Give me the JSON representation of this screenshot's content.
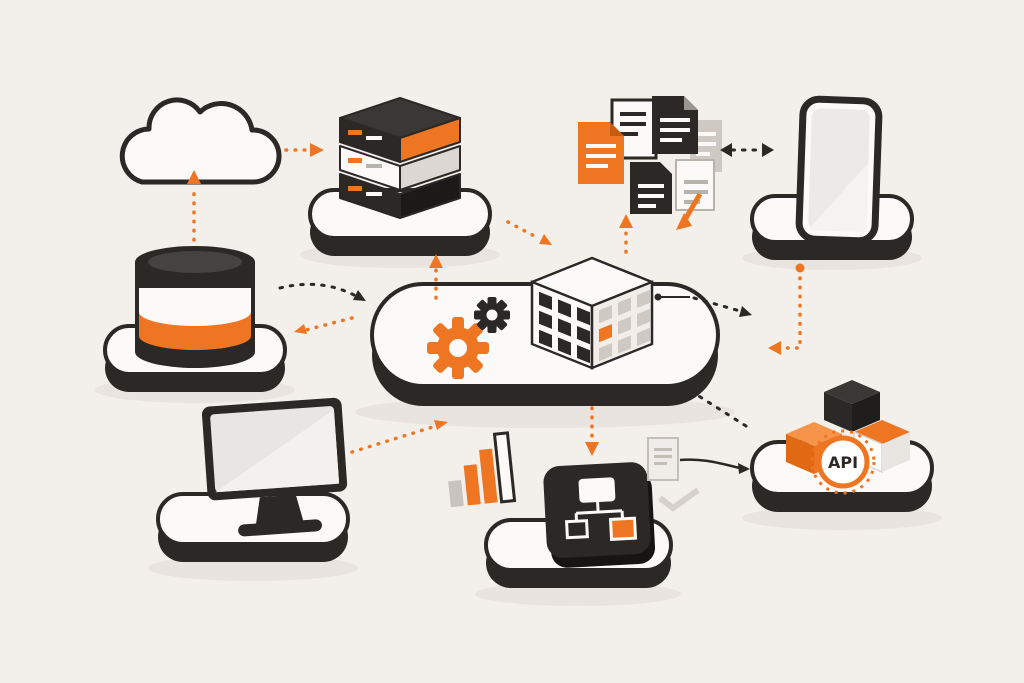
{
  "illustration": {
    "description": "Isometric flat illustration of a data integration platform connecting cloud, servers, documents, devices and an API gateway",
    "colors": {
      "background": "#f3efeb",
      "accent_orange": "#ee7623",
      "dark": "#2b2826",
      "light_gray": "#cfc9c4",
      "white": "#fbfaf8",
      "shadow": "#e9e4e0"
    },
    "nodes": {
      "cloud": {
        "icon": "cloud-icon"
      },
      "server_stack": {
        "icon": "server-stack-icon"
      },
      "documents": {
        "icon": "documents-cluster-icon"
      },
      "smartphone": {
        "icon": "smartphone-icon"
      },
      "database": {
        "icon": "database-cylinder-icon"
      },
      "processing_platform": {
        "icons": [
          "gear-large-icon",
          "gear-small-icon",
          "module-cube-grid-icon"
        ]
      },
      "monitor": {
        "icon": "desktop-monitor-icon"
      },
      "bar_chart": {
        "icon": "bar-chart-icon"
      },
      "workflow_tile": {
        "icon": "flowchart-tile-icon"
      },
      "small_document": {
        "icon": "document-icon"
      },
      "checkmark": {
        "icon": "check-icon"
      },
      "api_gateway": {
        "icon": "api-cubes-icon",
        "label": "API"
      }
    },
    "connections": [
      {
        "id": "database-to-cloud",
        "from": "database",
        "to": "cloud",
        "style": "dotted",
        "color": "orange"
      },
      {
        "id": "cloud-to-server",
        "from": "cloud",
        "to": "server_stack",
        "style": "dotted",
        "color": "orange"
      },
      {
        "id": "database-to-platform",
        "from": "database",
        "to": "processing_platform",
        "style": "dashed",
        "color": "dark"
      },
      {
        "id": "platform-to-database",
        "from": "processing_platform",
        "to": "database",
        "style": "dotted",
        "color": "orange"
      },
      {
        "id": "platform-to-server",
        "from": "processing_platform",
        "to": "server_stack",
        "style": "dotted",
        "color": "orange"
      },
      {
        "id": "documents-to-platform",
        "from": "documents",
        "to": "processing_platform",
        "style": "dotted",
        "color": "orange"
      },
      {
        "id": "platform-to-documents",
        "from": "processing_platform",
        "to": "documents",
        "style": "dotted",
        "color": "orange"
      },
      {
        "id": "documents-phone-sync",
        "from": "documents",
        "to": "smartphone",
        "style": "dashed",
        "color": "dark",
        "arrowheads": "both"
      },
      {
        "id": "platform-to-phone",
        "from": "processing_platform",
        "to": "smartphone",
        "style": "dashed",
        "color": "dark"
      },
      {
        "id": "phone-to-platform",
        "from": "smartphone",
        "to": "processing_platform",
        "style": "dotted",
        "color": "orange"
      },
      {
        "id": "monitor-to-platform",
        "from": "monitor",
        "to": "processing_platform",
        "style": "dotted",
        "color": "orange"
      },
      {
        "id": "platform-to-workflow",
        "from": "processing_platform",
        "to": "workflow_tile",
        "style": "dotted",
        "color": "orange"
      },
      {
        "id": "api-to-platform",
        "from": "api_gateway",
        "to": "processing_platform",
        "style": "dashed",
        "color": "dark"
      },
      {
        "id": "document-to-api",
        "from": "small_document",
        "to": "api_gateway",
        "style": "solid",
        "color": "dark"
      }
    ]
  }
}
